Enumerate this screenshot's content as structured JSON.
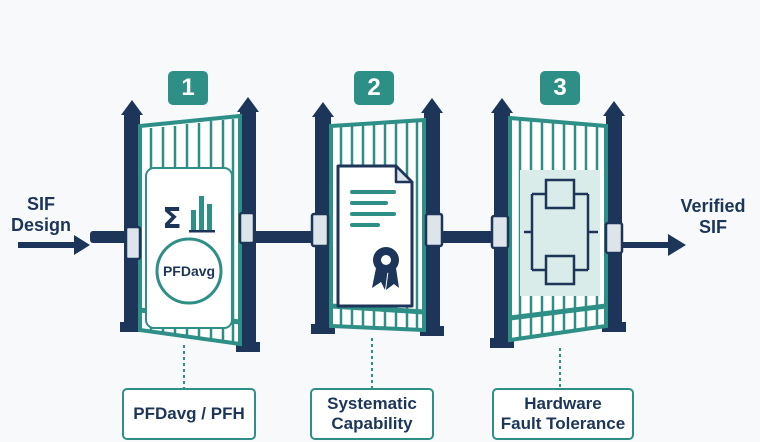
{
  "input_label": {
    "line1": "SIF",
    "line2": "Design"
  },
  "output_label": {
    "line1": "Verified",
    "line2": "SIF"
  },
  "gates": [
    {
      "number": "1",
      "caption_line1": "PFDavg / PFH",
      "caption_line2": "",
      "panel_icon": "sigma-bar-chart-icon",
      "badge_text": "PFDavg"
    },
    {
      "number": "2",
      "caption_line1": "Systematic",
      "caption_line2": "Capability",
      "panel_icon": "certificate-document-icon"
    },
    {
      "number": "3",
      "caption_line1": "Hardware",
      "caption_line2": "Fault Tolerance",
      "panel_icon": "redundant-architecture-icon"
    }
  ],
  "colors": {
    "navy": "#1c3559",
    "teal": "#2e8f86",
    "teal_light": "#d9ece9",
    "background": "#f7f9fa"
  }
}
